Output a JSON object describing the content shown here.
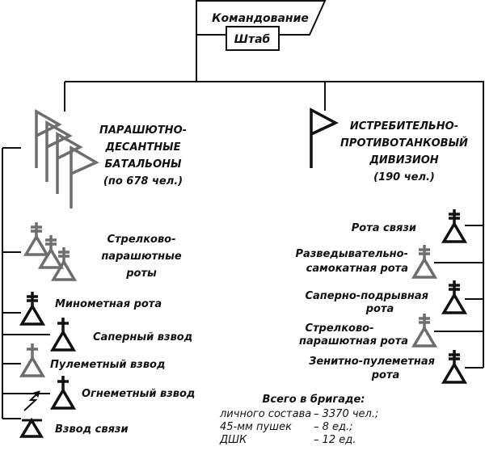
{
  "command": {
    "title": "Командование",
    "staff": "Штаб"
  },
  "units": {
    "battalions": {
      "lines": [
        "ПАРАШЮТНО-",
        "ДЕСАНТНЫЕ",
        "БАТАЛЬОНЫ",
        "(по 678 чел.)"
      ],
      "symbol": "flag-stack-4-gray"
    },
    "antitank": {
      "lines": [
        "ИСТРЕБИТЕЛЬНО-",
        "ПРОТИВОТАНКОВЫЙ",
        "ДИВИЗИОН",
        "(190 чел.)"
      ],
      "symbol": "flag-black"
    }
  },
  "battalion_subunits": [
    {
      "lines": [
        "Стрелково-",
        "парашютные",
        "роты"
      ],
      "symbol": "company-stack-3",
      "color": "gray"
    },
    {
      "lines": [
        "Минометная рота"
      ],
      "symbol": "company",
      "color": "black"
    },
    {
      "lines": [
        "Саперный взвод"
      ],
      "symbol": "platoon",
      "color": "black"
    },
    {
      "lines": [
        "Пулеметный взвод"
      ],
      "symbol": "platoon",
      "color": "gray"
    },
    {
      "lines": [
        "Огнеметный взвод"
      ],
      "symbol": "platoon",
      "color": "black"
    },
    {
      "lines": [
        "Взвод связи"
      ],
      "symbol": "signal-platoon",
      "color": "black"
    }
  ],
  "brigade_subunits": [
    {
      "lines": [
        "Рота связи"
      ],
      "symbol": "company",
      "color": "black"
    },
    {
      "lines": [
        "Разведывательно-",
        "самокатная рота"
      ],
      "symbol": "company",
      "color": "gray"
    },
    {
      "lines": [
        "Саперно-подрывная",
        "рота"
      ],
      "symbol": "company",
      "color": "black"
    },
    {
      "lines": [
        "Стрелково-",
        "парашютная рота"
      ],
      "symbol": "company",
      "color": "gray"
    },
    {
      "lines": [
        "Зенитно-пулеметная",
        "рота"
      ],
      "symbol": "company",
      "color": "black"
    }
  ],
  "totals": {
    "heading": "Всего в бригаде:",
    "rows": [
      {
        "label": "личного состава",
        "value": "– 3370 чел.;"
      },
      {
        "label": "45-мм пушек",
        "value": "– 8 ед.;"
      },
      {
        "label": "ДШК",
        "value": "– 12 ед."
      }
    ]
  },
  "colors": {
    "black": "#111111",
    "gray": "#6e6e6e"
  }
}
